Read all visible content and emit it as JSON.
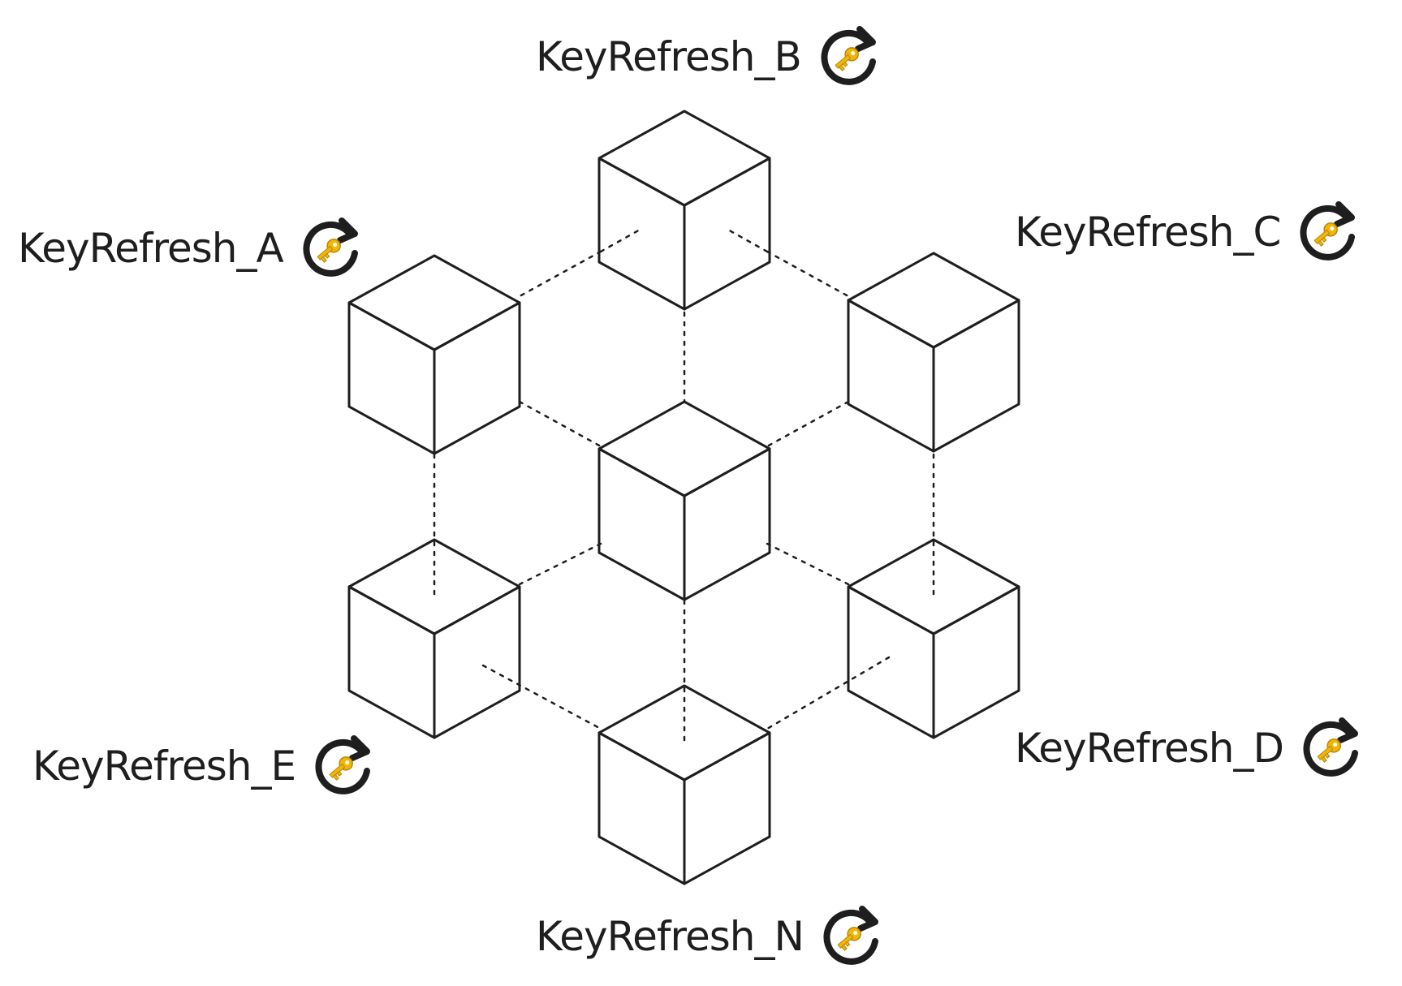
{
  "nodes": [
    {
      "id": "A",
      "label": "KeyRefresh_A",
      "icon": "key-refresh-icon"
    },
    {
      "id": "B",
      "label": "KeyRefresh_B",
      "icon": "key-refresh-icon"
    },
    {
      "id": "C",
      "label": "KeyRefresh_C",
      "icon": "key-refresh-icon"
    },
    {
      "id": "D",
      "label": "KeyRefresh_D",
      "icon": "key-refresh-icon"
    },
    {
      "id": "E",
      "label": "KeyRefresh_E",
      "icon": "key-refresh-icon"
    },
    {
      "id": "N",
      "label": "KeyRefresh_N",
      "icon": "key-refresh-icon"
    }
  ],
  "colors": {
    "stroke": "#1e1e1e",
    "key": "#f2b705",
    "background": "#ffffff"
  }
}
